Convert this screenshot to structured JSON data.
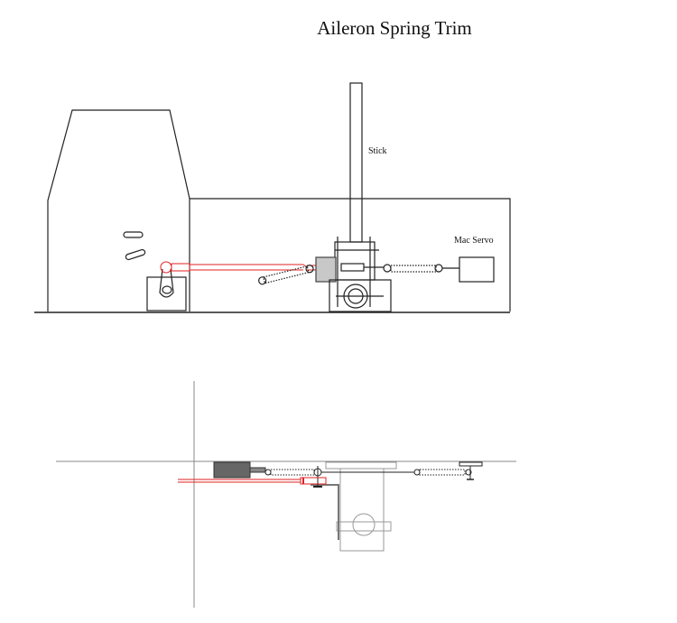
{
  "title": "Aileron Spring Trim",
  "labels": {
    "stick": "Stick",
    "servo": "Mac Servo"
  },
  "colors": {
    "line": "#222222",
    "rod": "#e02020",
    "gray_fill": "#c8c8c8",
    "dark_fill": "#666666",
    "light_line": "#999999"
  }
}
